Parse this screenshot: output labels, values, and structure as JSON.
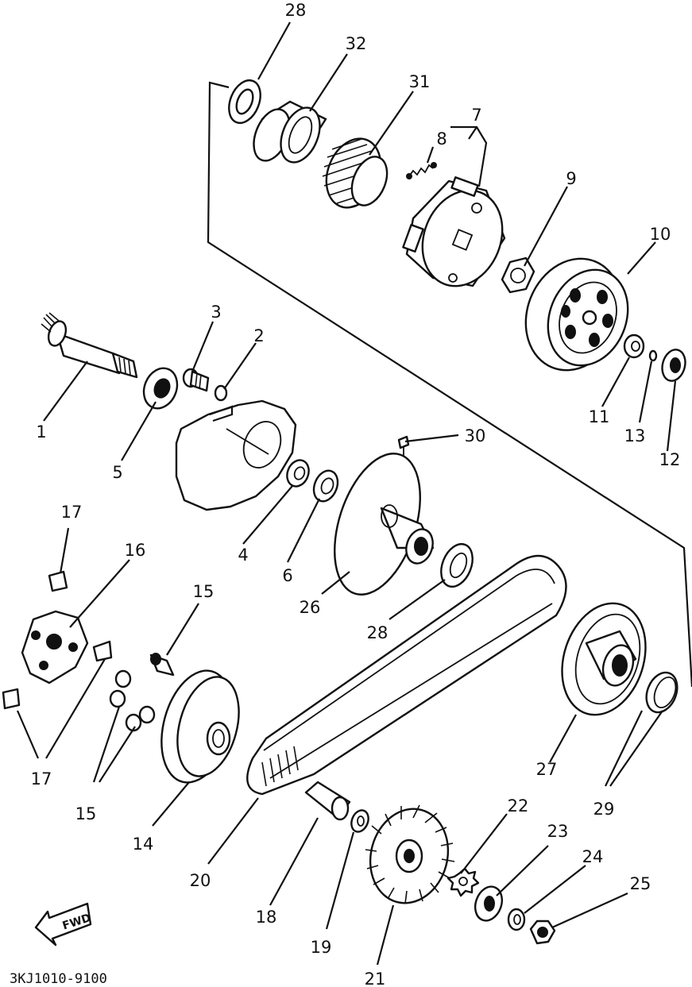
{
  "diagram": {
    "code": "3KJ1010-9100",
    "fwd_label": "FWD",
    "labels": {
      "p1": "1",
      "p2": "2",
      "p3": "3",
      "p4": "4",
      "p5": "5",
      "p6": "6",
      "p7": "7",
      "p8": "8",
      "p9": "9",
      "p10": "10",
      "p11": "11",
      "p12": "12",
      "p13": "13",
      "p14": "14",
      "p15a": "15",
      "p15b": "15",
      "p16": "16",
      "p17a": "17",
      "p17b": "17",
      "p18": "18",
      "p19": "19",
      "p20": "20",
      "p21": "21",
      "p22": "22",
      "p23": "23",
      "p24": "24",
      "p25": "25",
      "p26": "26",
      "p27": "27",
      "p28a": "28",
      "p28b": "28",
      "p29": "29",
      "p30": "30",
      "p31": "31",
      "p32": "32"
    }
  }
}
